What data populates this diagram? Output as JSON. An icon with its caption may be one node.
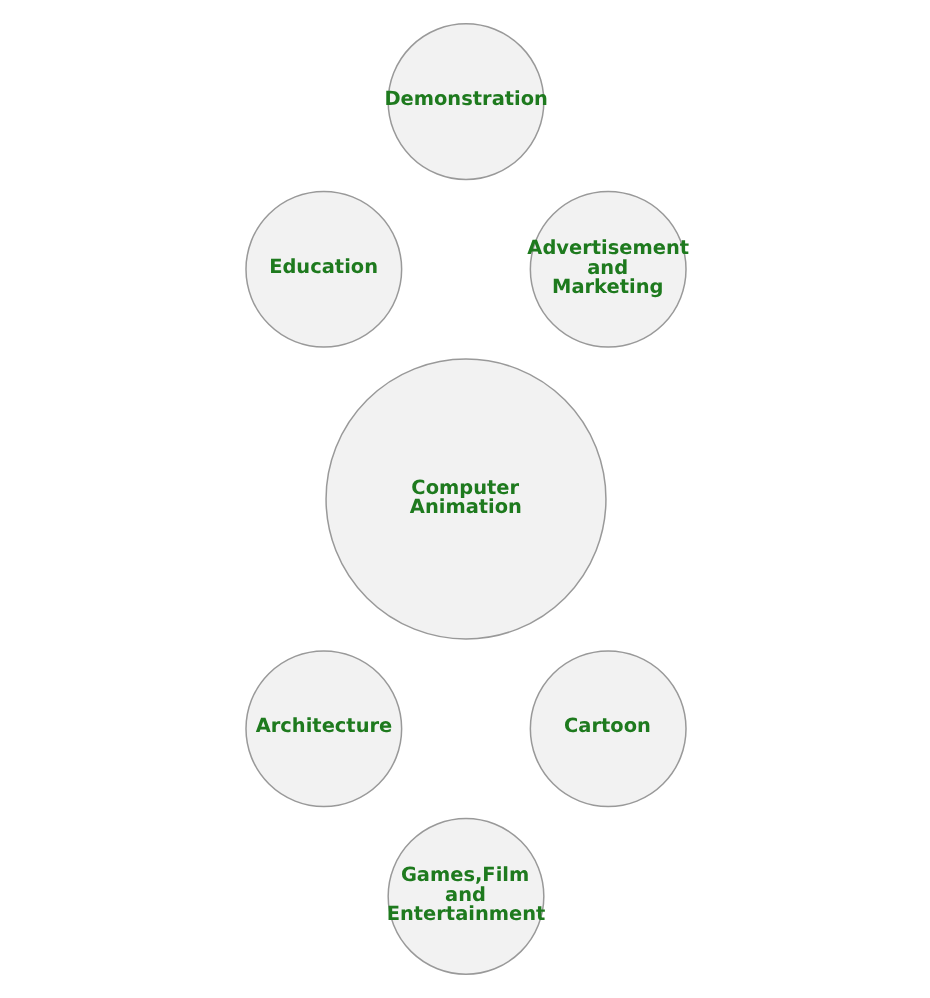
{
  "diagram": {
    "nodes": [
      {
        "text": [
          "Demonstration"
        ]
      },
      {
        "text": [
          "Education"
        ]
      },
      {
        "text": [
          "Advertisement and Marketing"
        ]
      },
      {
        "text": [
          "Computer Animation"
        ]
      },
      {
        "text": [
          "Architecture"
        ]
      },
      {
        "text": [
          "Cartoon"
        ]
      },
      {
        "text": [
          "Games,Film and Entertainment"
        ]
      }
    ],
    "edges": []
  }
}
